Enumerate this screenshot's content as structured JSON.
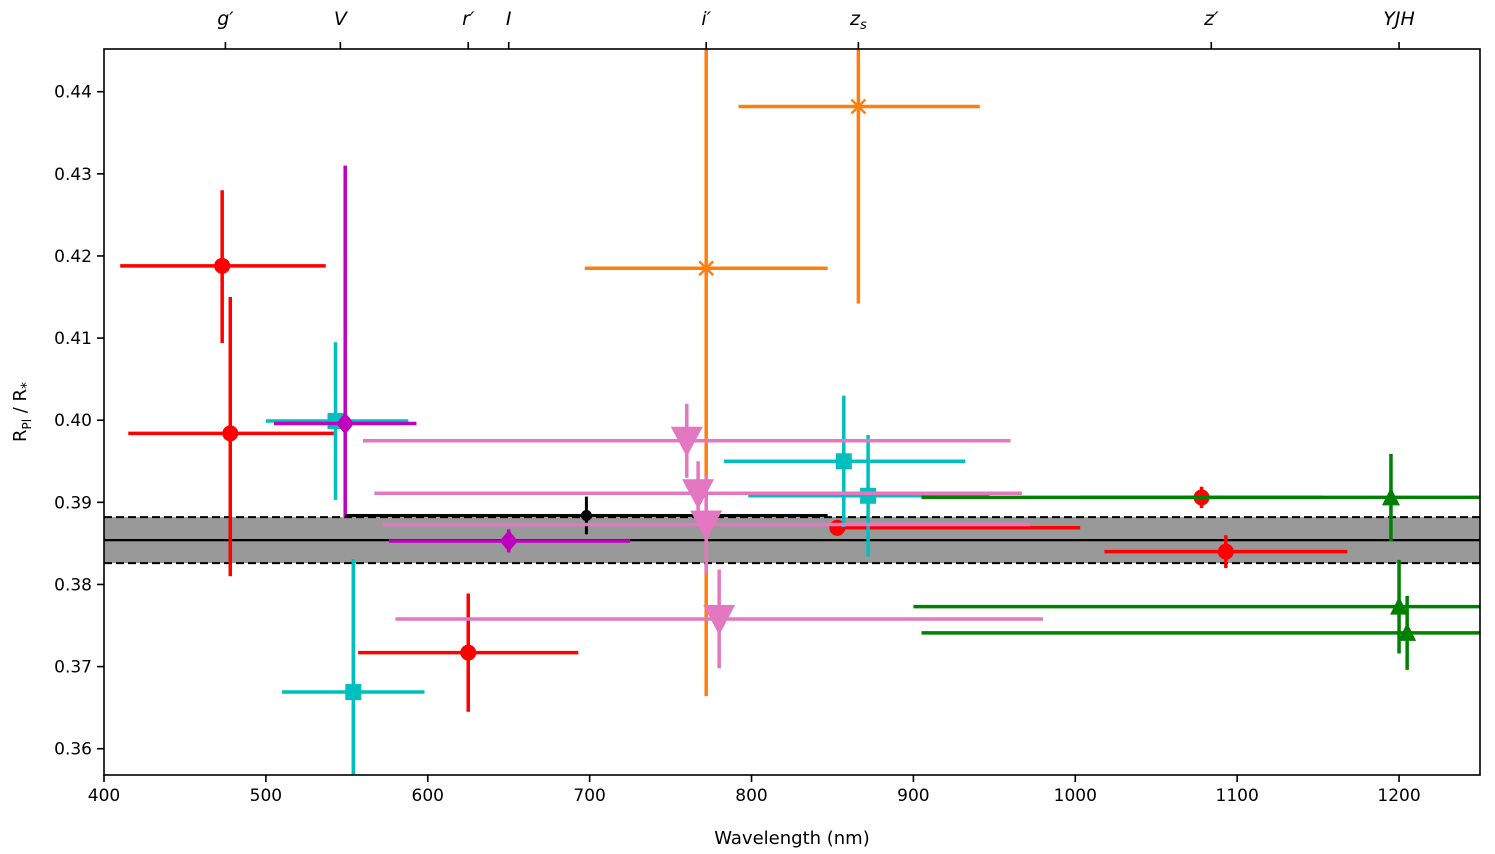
{
  "chart_data": {
    "type": "scatter",
    "xlabel": "Wavelength (nm)",
    "ylabel_main": "R",
    "ylabel_sub1": "Pl",
    "ylabel_mid": " / R",
    "ylabel_sub2": "*",
    "xlim": [
      400,
      1250
    ],
    "ylim": [
      0.3568,
      0.4452
    ],
    "xticks": [
      400,
      500,
      600,
      700,
      800,
      900,
      1000,
      1100,
      1200
    ],
    "yticks": [
      0.36,
      0.37,
      0.38,
      0.39,
      0.4,
      0.41,
      0.42,
      0.43,
      0.44
    ],
    "ytick_labels": [
      "0.36",
      "0.37",
      "0.38",
      "0.39",
      "0.40",
      "0.41",
      "0.42",
      "0.43",
      "0.44"
    ],
    "top_bands": [
      {
        "label": "g′",
        "x": 475
      },
      {
        "label": "V",
        "x": 546
      },
      {
        "label": "r′",
        "x": 625
      },
      {
        "label": "I",
        "x": 650
      },
      {
        "label": "i′",
        "x": 772
      },
      {
        "label": "zs",
        "x": 866
      },
      {
        "label": "z′",
        "x": 1084
      },
      {
        "label": "YJH",
        "x": 1200
      }
    ],
    "reference": {
      "value": 0.3854,
      "lower": 0.3826,
      "upper": 0.3882,
      "band_color": "#999999"
    },
    "series": [
      {
        "marker": "circle",
        "color": "#ff0000",
        "points": [
          {
            "x": 473,
            "y": 0.4188,
            "xerr_lo": 63,
            "xerr_hi": 64,
            "yerr_lo": 0.0094,
            "yerr_hi": 0.0092
          },
          {
            "x": 478,
            "y": 0.3984,
            "xerr_lo": 63,
            "xerr_hi": 64,
            "yerr_lo": 0.0174,
            "yerr_hi": 0.0166
          },
          {
            "x": 625,
            "y": 0.3717,
            "xerr_lo": 68,
            "xerr_hi": 68,
            "yerr_lo": 0.0072,
            "yerr_hi": 0.0072
          },
          {
            "x": 853,
            "y": 0.3869,
            "xerr_lo": 0,
            "xerr_hi": 150,
            "yerr_lo": 0.0003,
            "yerr_hi": 0.0003
          },
          {
            "x": 1078,
            "y": 0.3906,
            "xerr_lo": 75,
            "xerr_hi": 75,
            "yerr_lo": 0.0013,
            "yerr_hi": 0.0013
          },
          {
            "x": 1093,
            "y": 0.384,
            "xerr_lo": 75,
            "xerr_hi": 75,
            "yerr_lo": 0.002,
            "yerr_hi": 0.002
          }
        ]
      },
      {
        "marker": "square",
        "color": "#00bfbf",
        "points": [
          {
            "x": 543,
            "y": 0.3999,
            "xerr_lo": 43,
            "xerr_hi": 45,
            "yerr_lo": 0.0096,
            "yerr_hi": 0.0096
          },
          {
            "x": 554,
            "y": 0.3669,
            "xerr_lo": 44,
            "xerr_hi": 44,
            "yerr_lo": 0.014,
            "yerr_hi": 0.0162
          },
          {
            "x": 857,
            "y": 0.395,
            "xerr_lo": 74,
            "xerr_hi": 75,
            "yerr_lo": 0.008,
            "yerr_hi": 0.008
          },
          {
            "x": 872,
            "y": 0.3908,
            "xerr_lo": 74,
            "xerr_hi": 75,
            "yerr_lo": 0.0074,
            "yerr_hi": 0.0074
          }
        ]
      },
      {
        "marker": "diamond",
        "color": "#bf00bf",
        "points": [
          {
            "x": 549,
            "y": 0.3996,
            "xerr_lo": 44,
            "xerr_hi": 44,
            "yerr_lo": 0.0114,
            "yerr_hi": 0.0314
          },
          {
            "x": 650,
            "y": 0.3853,
            "xerr_lo": 74,
            "xerr_hi": 75,
            "yerr_lo": 0.0014,
            "yerr_hi": 0.0014
          }
        ]
      },
      {
        "marker": "point",
        "color": "#000000",
        "points": [
          {
            "x": 698,
            "y": 0.3884,
            "xerr_lo": 149,
            "xerr_hi": 149,
            "yerr_lo": 0.0023,
            "yerr_hi": 0.0023
          }
        ]
      },
      {
        "marker": "x",
        "color": "#ff7f0e",
        "points": [
          {
            "x": 772,
            "y": 0.4185,
            "xerr_lo": 75,
            "xerr_hi": 75,
            "yerr_lo": 0.0521,
            "yerr_hi": 0.0267
          },
          {
            "x": 866,
            "y": 0.4382,
            "xerr_lo": 74,
            "xerr_hi": 75,
            "yerr_lo": 0.024,
            "yerr_hi": 0.007
          }
        ]
      },
      {
        "marker": "triangle-down",
        "color": "#e377c2",
        "points": [
          {
            "x": 760,
            "y": 0.3975,
            "xerr_lo": 200,
            "xerr_hi": 200,
            "yerr_lo": 0.0045,
            "yerr_hi": 0.0045
          },
          {
            "x": 767,
            "y": 0.3911,
            "xerr_lo": 200,
            "xerr_hi": 200,
            "yerr_lo": 0.0039,
            "yerr_hi": 0.0039
          },
          {
            "x": 772,
            "y": 0.3873,
            "xerr_lo": 200,
            "xerr_hi": 200,
            "yerr_lo": 0.006,
            "yerr_hi": 0.006
          },
          {
            "x": 780,
            "y": 0.3758,
            "xerr_lo": 200,
            "xerr_hi": 200,
            "yerr_lo": 0.006,
            "yerr_hi": 0.006
          }
        ]
      },
      {
        "marker": "triangle-up",
        "color": "#008000",
        "points": [
          {
            "x": 1195,
            "y": 0.3906,
            "xerr_lo": 290,
            "xerr_hi": 290,
            "yerr_lo": 0.0053,
            "yerr_hi": 0.0053
          },
          {
            "x": 1200,
            "y": 0.3773,
            "xerr_lo": 300,
            "xerr_hi": 300,
            "yerr_lo": 0.0057,
            "yerr_hi": 0.0057
          },
          {
            "x": 1205,
            "y": 0.3741,
            "xerr_lo": 300,
            "xerr_hi": 300,
            "yerr_lo": 0.0045,
            "yerr_hi": 0.0045
          }
        ]
      }
    ]
  }
}
